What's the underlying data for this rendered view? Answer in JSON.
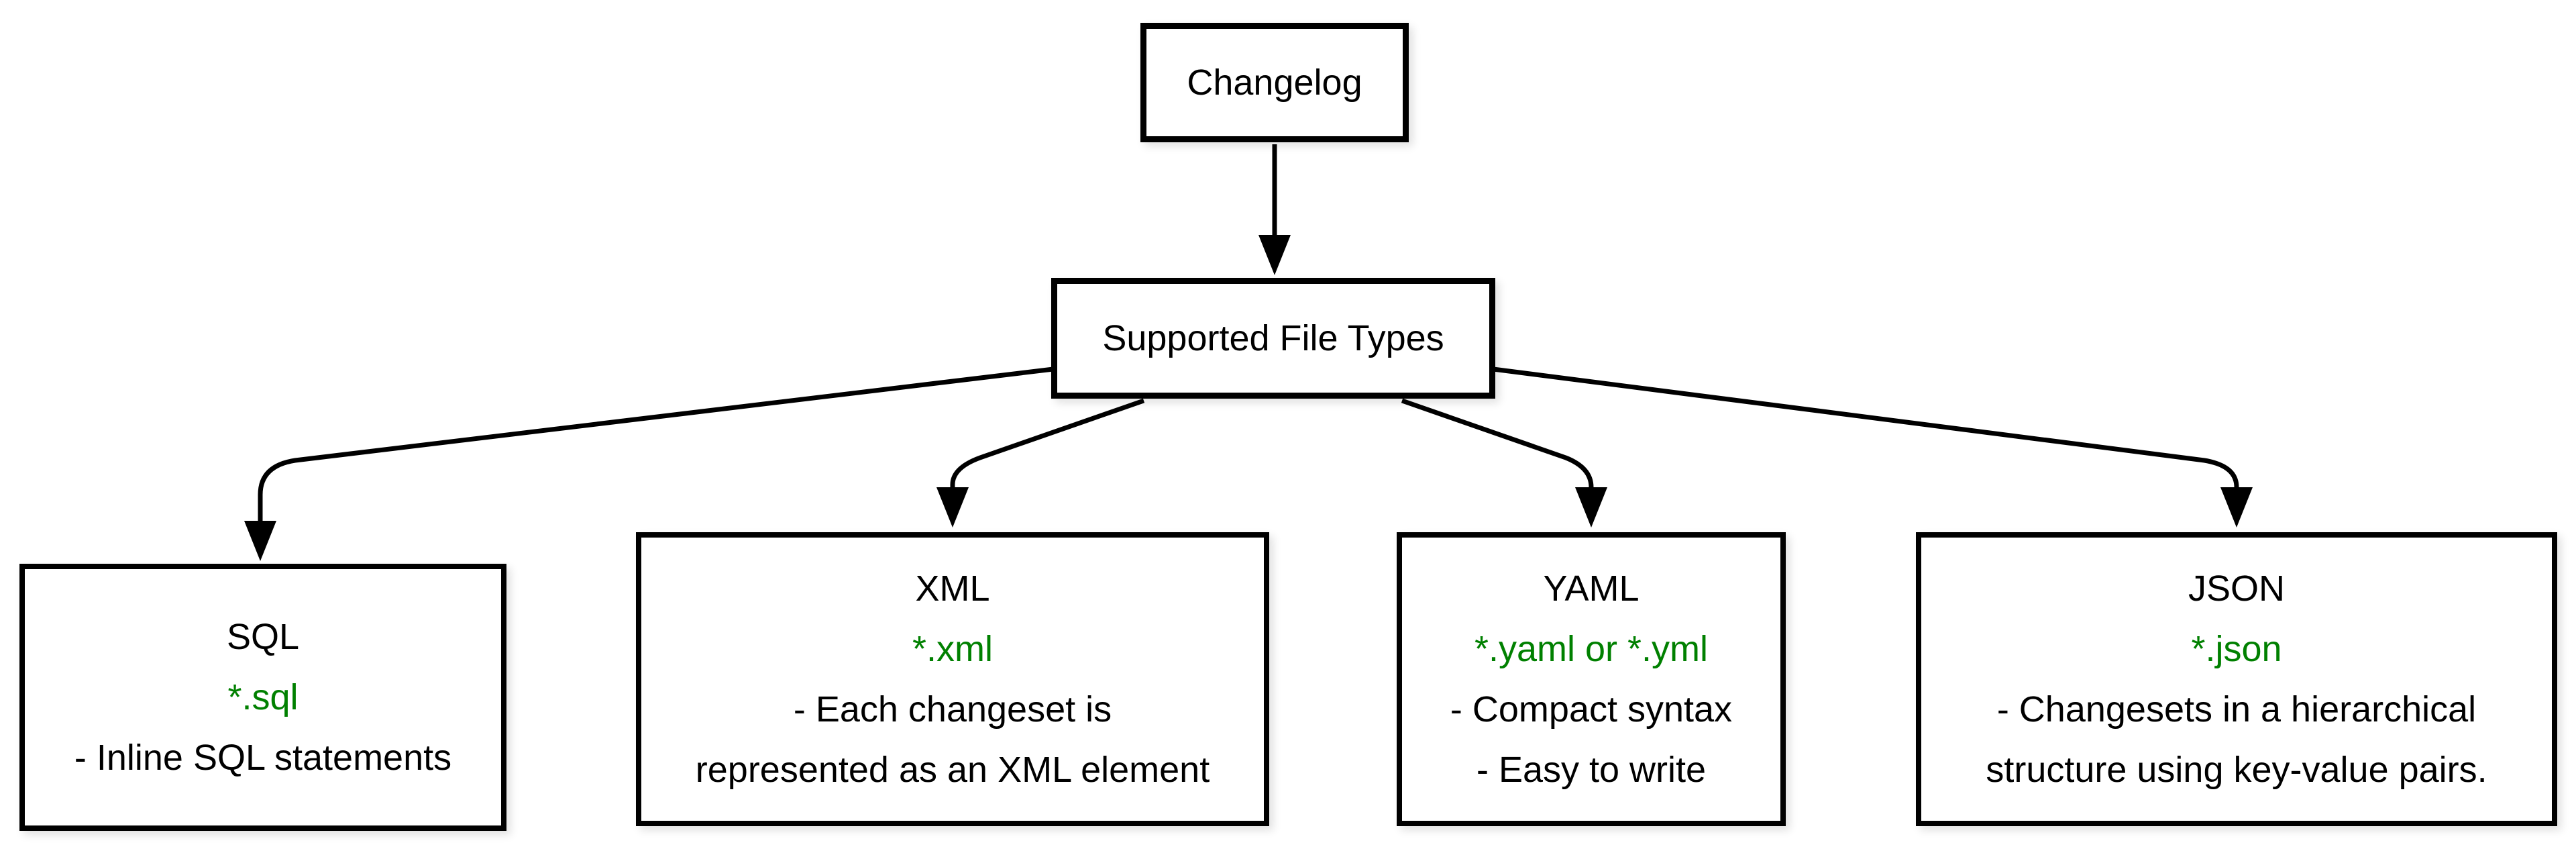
{
  "colors": {
    "background": "#ffffff",
    "line": "#000000",
    "accent_green": "#008000"
  },
  "diagram": {
    "root": {
      "label": "Changelog"
    },
    "hub": {
      "label": "Supported File Types"
    },
    "nodes": [
      {
        "id": "sql",
        "title": "SQL",
        "extension": "*.sql",
        "description": [
          "- Inline SQL statements"
        ]
      },
      {
        "id": "xml",
        "title": "XML",
        "extension": "*.xml",
        "description": [
          "- Each changeset is",
          "represented as an XML element"
        ]
      },
      {
        "id": "yaml",
        "title": "YAML",
        "extension": "*.yaml or *.yml",
        "description": [
          "- Compact syntax",
          "- Easy to write"
        ]
      },
      {
        "id": "json",
        "title": "JSON",
        "extension": "*.json",
        "description": [
          "- Changesets in a hierarchical",
          "structure using key-value pairs."
        ]
      }
    ]
  }
}
